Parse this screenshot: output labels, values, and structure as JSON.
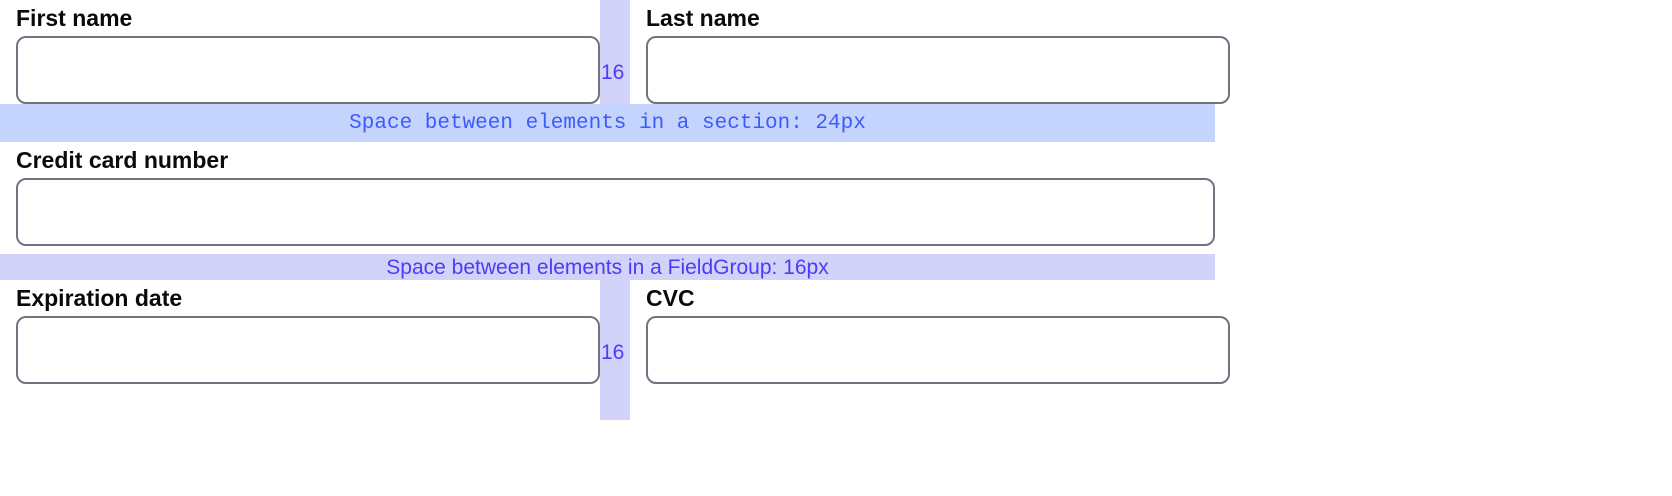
{
  "form": {
    "rows": [
      {
        "id": "name-row",
        "fields": [
          {
            "name": "first-name",
            "label": "First name",
            "value": "",
            "placeholder": ""
          },
          {
            "name": "last-name",
            "label": "Last name",
            "value": "",
            "placeholder": ""
          }
        ],
        "gap_label": "16"
      },
      {
        "id": "card-row",
        "fields": [
          {
            "name": "credit-card-number",
            "label": "Credit card number",
            "value": "",
            "placeholder": ""
          }
        ]
      },
      {
        "id": "expiry-row",
        "fields": [
          {
            "name": "expiration-date",
            "label": "Expiration date",
            "value": "",
            "placeholder": ""
          },
          {
            "name": "cvc",
            "label": "CVC",
            "value": "",
            "placeholder": ""
          }
        ],
        "gap_label": "16"
      }
    ]
  },
  "annotations": {
    "section_spacing": {
      "text": "Space between elements in a section: 24px",
      "value": "24px",
      "band_color": "#c4d4fd",
      "text_color": "#3b5bfd"
    },
    "fieldgroup_spacing": {
      "text": "Space between elements in a FieldGroup: 16px",
      "value": "16px",
      "band_color": "#d3d2f8",
      "text_color": "#4b3cf7"
    },
    "column_gap": {
      "label": "16",
      "band_color": "#d3d2f8",
      "text_color": "#4b3cf7"
    }
  },
  "theme": {
    "background": "#ffffff",
    "input_border": "#6f7480",
    "label_color": "#0a0a0a",
    "accent": "#4b3cf7"
  }
}
